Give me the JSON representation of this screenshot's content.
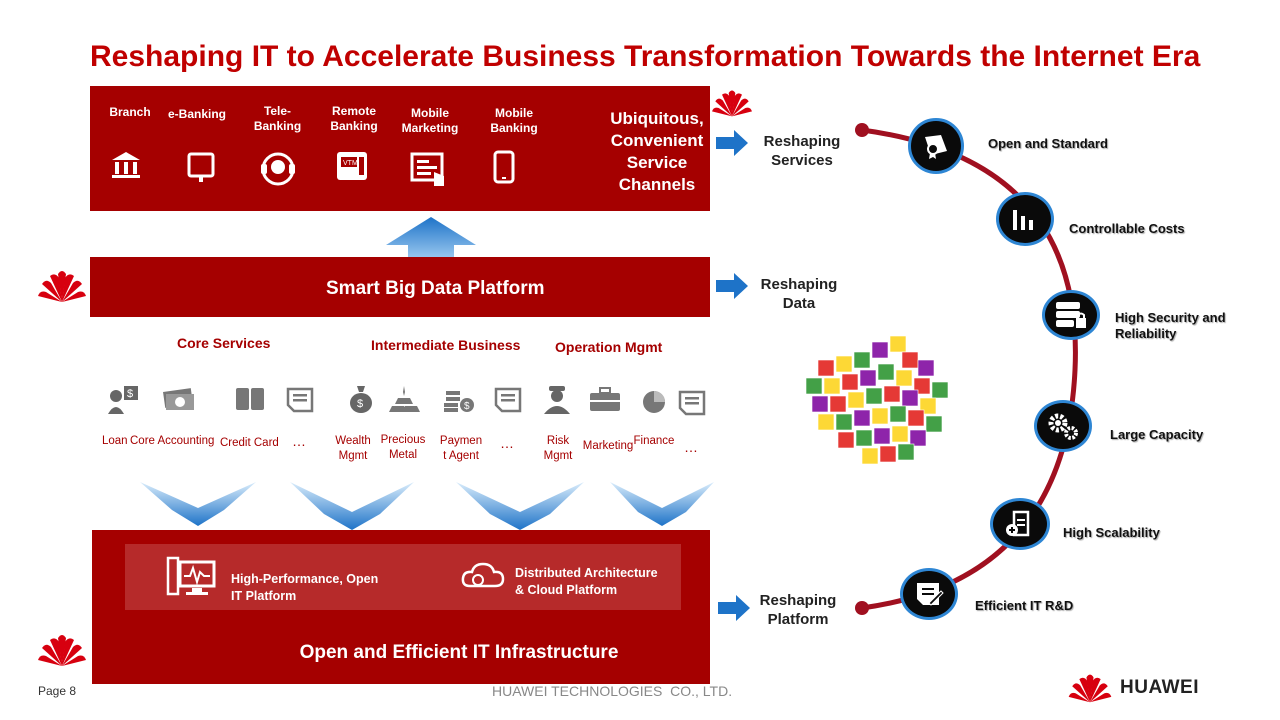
{
  "title": "Reshaping IT to Accelerate Business Transformation Towards the Internet Era",
  "channels": {
    "items": [
      {
        "label": "Branch",
        "icon": "bank-icon"
      },
      {
        "label": "e-Banking",
        "icon": "monitor-icon"
      },
      {
        "label": "Tele-\nBanking",
        "icon": "headset-icon"
      },
      {
        "label": "Remote\nBanking",
        "icon": "atm-icon"
      },
      {
        "label": "Mobile\nMarketing",
        "icon": "touch-screen-icon"
      },
      {
        "label": "Mobile\nBanking",
        "icon": "smartphone-icon"
      }
    ],
    "summary": "Ubiquitous,\nConvenient\nService\nChannels"
  },
  "big_data": {
    "title": "Smart Big Data Platform"
  },
  "sections": {
    "core": "Core Services",
    "intermediate": "Intermediate Business",
    "operation": "Operation Mgmt"
  },
  "services": [
    {
      "label": "Loan",
      "icon": "loan-icon"
    },
    {
      "label": "Core Accounting",
      "icon": "cash-icon"
    },
    {
      "label": "Credit Card",
      "icon": "credit-card-icon"
    },
    {
      "label": "…",
      "icon": "document-icon"
    },
    {
      "label": "Wealth\nMgmt",
      "icon": "money-bag-icon"
    },
    {
      "label": "Precious\nMetal",
      "icon": "gold-bars-icon"
    },
    {
      "label": "Paymen\nt Agent",
      "icon": "coins-icon"
    },
    {
      "label": "…",
      "icon": "document-icon"
    },
    {
      "label": "Risk\nMgmt",
      "icon": "officer-icon"
    },
    {
      "label": "Marketing",
      "icon": "briefcase-icon"
    },
    {
      "label": "Finance",
      "icon": "pie-chart-icon"
    },
    {
      "label": "…",
      "icon": "document-icon"
    }
  ],
  "infrastructure": {
    "item1": "High-Performance, Open\nIT Platform",
    "item2": "Distributed Architecture\n& Cloud Platform",
    "title": "Open and Efficient IT Infrastructure"
  },
  "reshaping": {
    "services": "Reshaping\nServices",
    "data": "Reshaping\nData",
    "platform": "Reshaping\nPlatform"
  },
  "features": [
    {
      "label": "Open and Standard",
      "icon": "certificate-icon"
    },
    {
      "label": "Controllable Costs",
      "icon": "bar-chart-icon"
    },
    {
      "label": "High Security and\nReliability",
      "icon": "server-lock-icon"
    },
    {
      "label": "Large Capacity",
      "icon": "gears-icon"
    },
    {
      "label": "High Scalability",
      "icon": "document-add-icon"
    },
    {
      "label": "Efficient IT R&D",
      "icon": "document-pen-icon"
    }
  ],
  "footer": {
    "page": "Page 8",
    "company": "HUAWEI TECHNOLOGIES  CO., LTD.",
    "brand": "HUAWEI"
  },
  "colors": {
    "primary_red": "#a50000",
    "title_red": "#c00000",
    "arrow_blue": "#1e73c8",
    "ring_red": "#a01020"
  }
}
